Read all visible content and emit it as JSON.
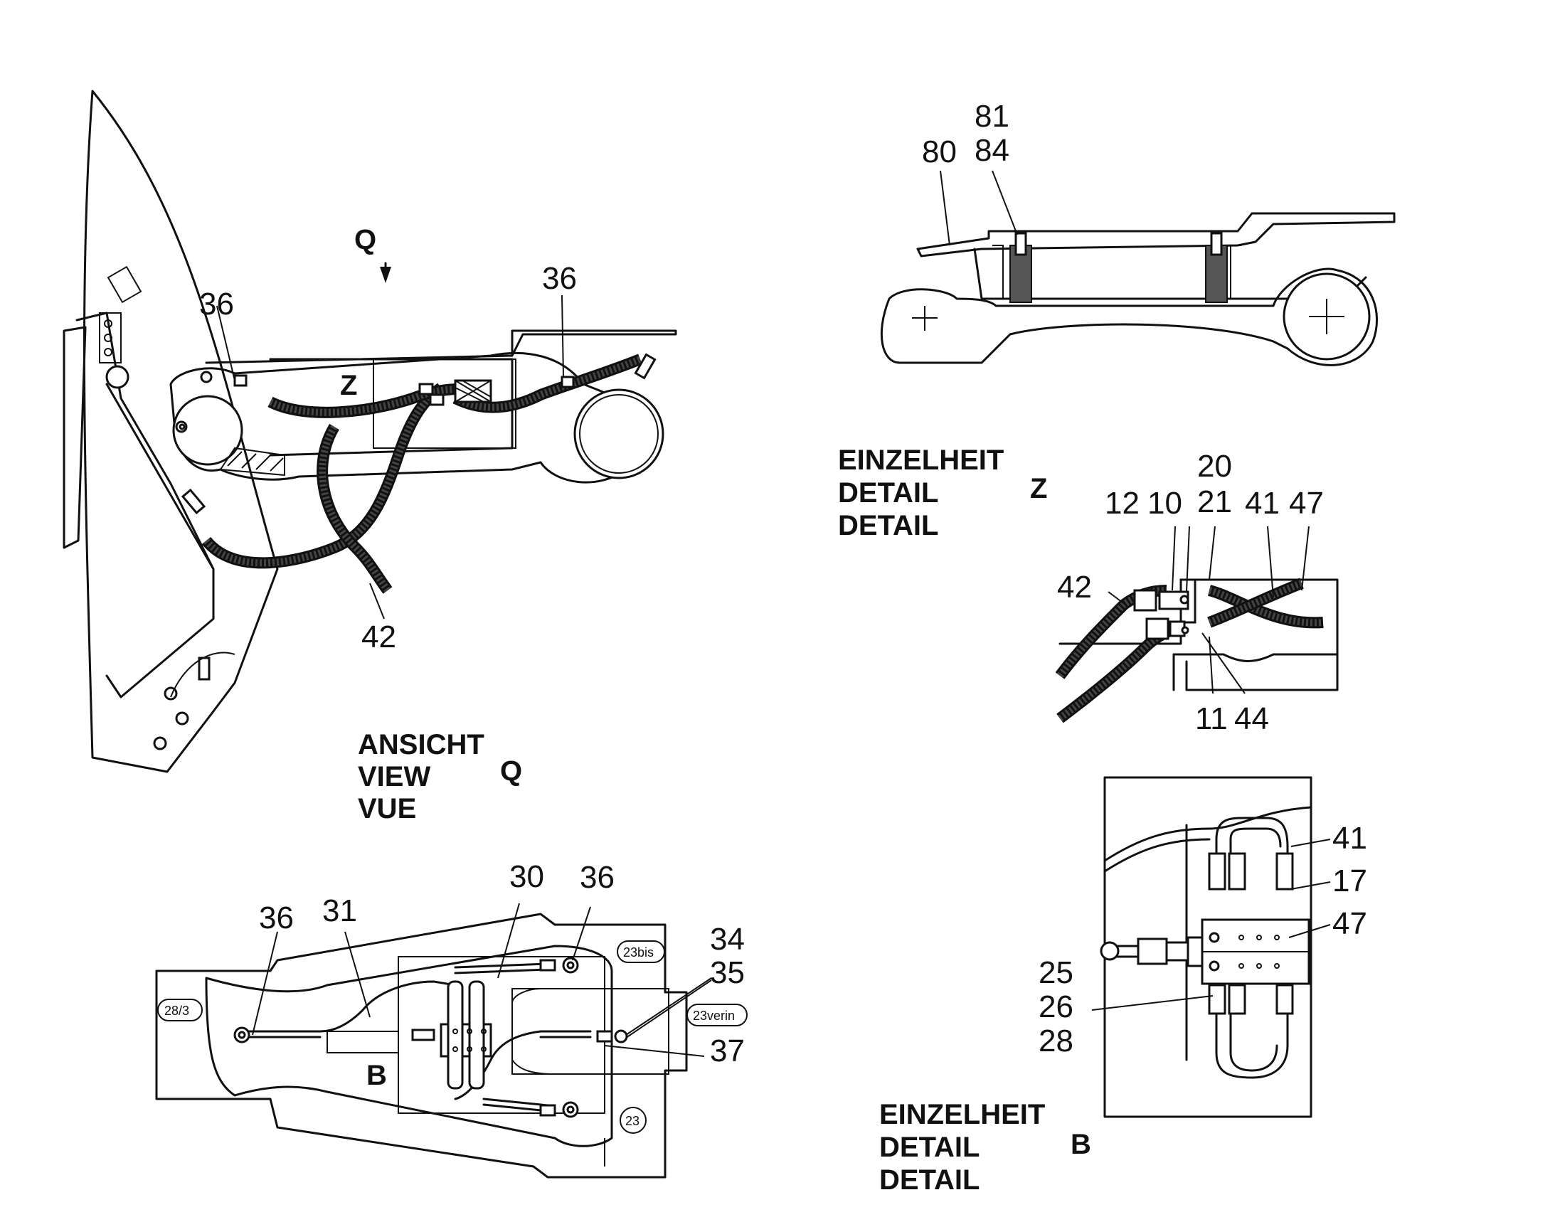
{
  "view_q": {
    "caption": [
      "ANSICHT",
      "VIEW",
      "VUE"
    ],
    "view_letter": "Q",
    "arrow_label": "Q",
    "zone_label": "Z",
    "callouts": [
      "36",
      "36",
      "42"
    ]
  },
  "top_detail": {
    "callouts": [
      "80",
      "81",
      "84"
    ]
  },
  "detail_z": {
    "caption": [
      "EINZELHEIT",
      "DETAIL",
      "DETAIL"
    ],
    "detail_letter": "Z",
    "callouts": [
      "20",
      "21",
      "12",
      "10",
      "41",
      "47",
      "42",
      "11",
      "44"
    ]
  },
  "bottom_view": {
    "detail_label": "B",
    "callouts": [
      "30",
      "36",
      "36",
      "31",
      "34",
      "35",
      "37"
    ],
    "tags": [
      "28/3",
      "23bis",
      "23verin",
      "23"
    ]
  },
  "detail_b": {
    "caption": [
      "EINZELHEIT",
      "DETAIL",
      "DETAIL"
    ],
    "detail_letter": "B",
    "callouts": [
      "41",
      "17",
      "47",
      "25",
      "26",
      "28"
    ]
  },
  "icons": [
    "arrow-down-icon",
    "bolt-head-icon",
    "crosshair-icon"
  ]
}
